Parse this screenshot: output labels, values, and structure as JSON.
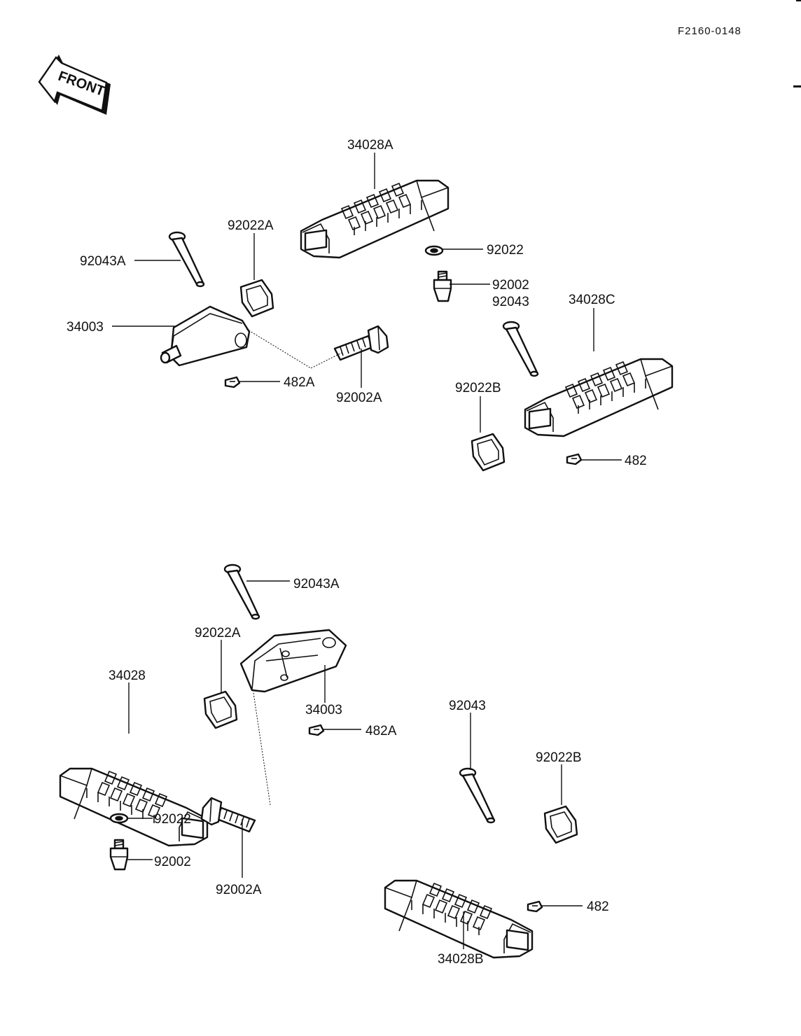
{
  "drawing_ref": "F2160-0148",
  "front_label": "FRONT",
  "labels": {
    "t_34028A": "34028A",
    "t_92022A_1": "92022A",
    "t_92043A_1": "92043A",
    "t_34003_1": "34003",
    "t_482A_1": "482A",
    "t_92002A_1": "92002A",
    "t_92022_1": "92022",
    "t_92002_1": "92002",
    "t_92043_1": "92043",
    "t_34028C": "34028C",
    "t_92022B_1": "92022B",
    "t_482_1": "482",
    "t_92043A_2": "92043A",
    "t_92022A_2": "92022A",
    "t_34028": "34028",
    "t_34003_2": "34003",
    "t_482A_2": "482A",
    "t_92043_2": "92043",
    "t_92022B_2": "92022B",
    "t_92022_2": "92022",
    "t_92002_2": "92002",
    "t_92002A_2": "92002A",
    "t_482_2": "482",
    "t_34028B": "34028B"
  }
}
